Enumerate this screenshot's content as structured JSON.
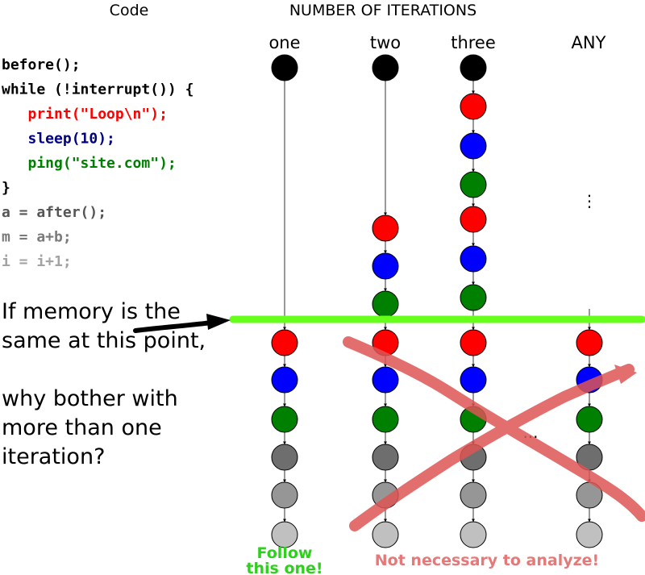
{
  "headers": {
    "code": "Code",
    "iterations": "NUMBER OF ITERATIONS"
  },
  "columns": [
    {
      "label": "one",
      "top": "black",
      "before_line": [],
      "after_line": [
        "red",
        "blue",
        "green",
        "dgray",
        "mgray",
        "lgray"
      ]
    },
    {
      "label": "two",
      "top": "black",
      "before_line": [
        "red",
        "blue",
        "green"
      ],
      "after_line": [
        "red",
        "blue",
        "green",
        "dgray",
        "mgray",
        "lgray"
      ]
    },
    {
      "label": "three",
      "top": "black",
      "before_line": [
        "red",
        "blue",
        "green",
        "red",
        "blue",
        "green"
      ],
      "after_line": [
        "red",
        "blue",
        "green",
        "dgray",
        "mgray",
        "lgray"
      ]
    },
    {
      "label": "ANY",
      "top": null,
      "before_line": [],
      "after_line": [
        "red",
        "blue",
        "green",
        "dgray",
        "mgray",
        "lgray"
      ]
    }
  ],
  "code_lines": [
    {
      "text": "before();",
      "color": "black"
    },
    {
      "text": "while (!interrupt()) {",
      "color": "black"
    },
    {
      "text": "   print(\"Loop\\n\");",
      "color": "red"
    },
    {
      "text": "   sleep(10);",
      "color": "navy"
    },
    {
      "text": "   ping(\"site.com\");",
      "color": "green"
    },
    {
      "text": "}",
      "color": "black"
    },
    {
      "text": "a = after();",
      "color": "gray1"
    },
    {
      "text": "m = a+b;",
      "color": "gray2"
    },
    {
      "text": "i = i+1;",
      "color": "gray3"
    }
  ],
  "note_lines": [
    "If memory is the",
    "same at this point,",
    "",
    "why bother with",
    "more than one",
    "iteration?"
  ],
  "vertical_ellipsis": "⋮",
  "horizontal_ellipsis": "...",
  "follow_label": [
    "Follow",
    "this one!"
  ],
  "not_necessary_label": "Not necessary to analyze!",
  "colors": {
    "black": "#000000",
    "red": "#ff0000",
    "blue": "#0000ff",
    "green": "#008000",
    "navy": "#00007f",
    "dgray": "#6e6e6e",
    "mgray": "#969696",
    "lgray": "#c0c0c0",
    "gray1": "#555555",
    "gray2": "#7a7a7a",
    "gray3": "#a3a3a3",
    "highlight_line": "#66ff1a",
    "cross": "#e06060",
    "follow": "#2fcf1e",
    "not_necessary": "#e57878"
  }
}
